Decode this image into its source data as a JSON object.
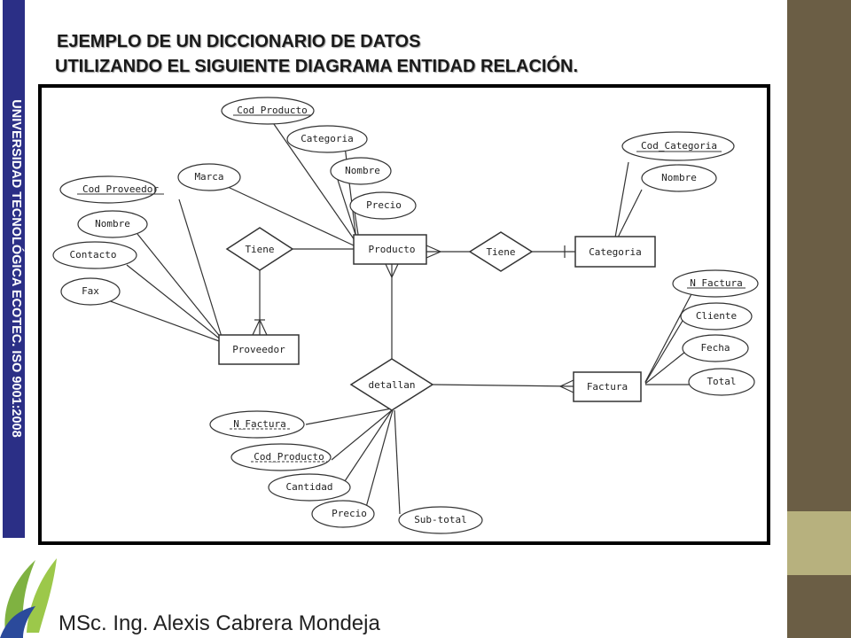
{
  "slide": {
    "title_line1": "EJEMPLO DE UN DICCIONARIO DE DATOS",
    "title_line2": "UTILIZANDO EL SIGUIENTE DIAGRAMA ENTIDAD RELACIÓN.",
    "side_text": "UNIVERSIDAD TECNOLÓGICA ECOTEC. ISO 9001:2008",
    "author": "MSc. Ing. Alexis Cabrera Mondeja"
  },
  "colors": {
    "side_band": "#2b2f86",
    "panel_dark": "#6b5e45",
    "panel_light": "#b7b17e",
    "logo_green": "#7fb241",
    "logo_blue": "#2b4a9b"
  },
  "diagram": {
    "entities": {
      "producto": "Producto",
      "categoria": "Categoria",
      "proveedor": "Proveedor",
      "factura": "Factura"
    },
    "relationships": {
      "tiene_proveedor": "Tiene",
      "tiene_categoria": "Tiene",
      "detallan": "detallan"
    },
    "attributes": {
      "cod_producto": "Cod_Producto",
      "categoria": "Categoria",
      "marca": "Marca",
      "nombre_producto": "Nombre",
      "precio_producto": "Precio",
      "cod_proveedor": "Cod_Proveedor",
      "nombre_proveedor": "Nombre",
      "contacto": "Contacto",
      "fax": "Fax",
      "cod_categoria": "Cod_Categoria",
      "nombre_categoria": "Nombre",
      "n_factura": "N_Factura",
      "cliente": "Cliente",
      "fecha": "Fecha",
      "total": "Total",
      "det_n_factura": "N_Factura",
      "det_cod_producto": "Cod_Producto",
      "cantidad": "Cantidad",
      "det_precio": "Precio",
      "subtotal": "Sub-total"
    }
  }
}
